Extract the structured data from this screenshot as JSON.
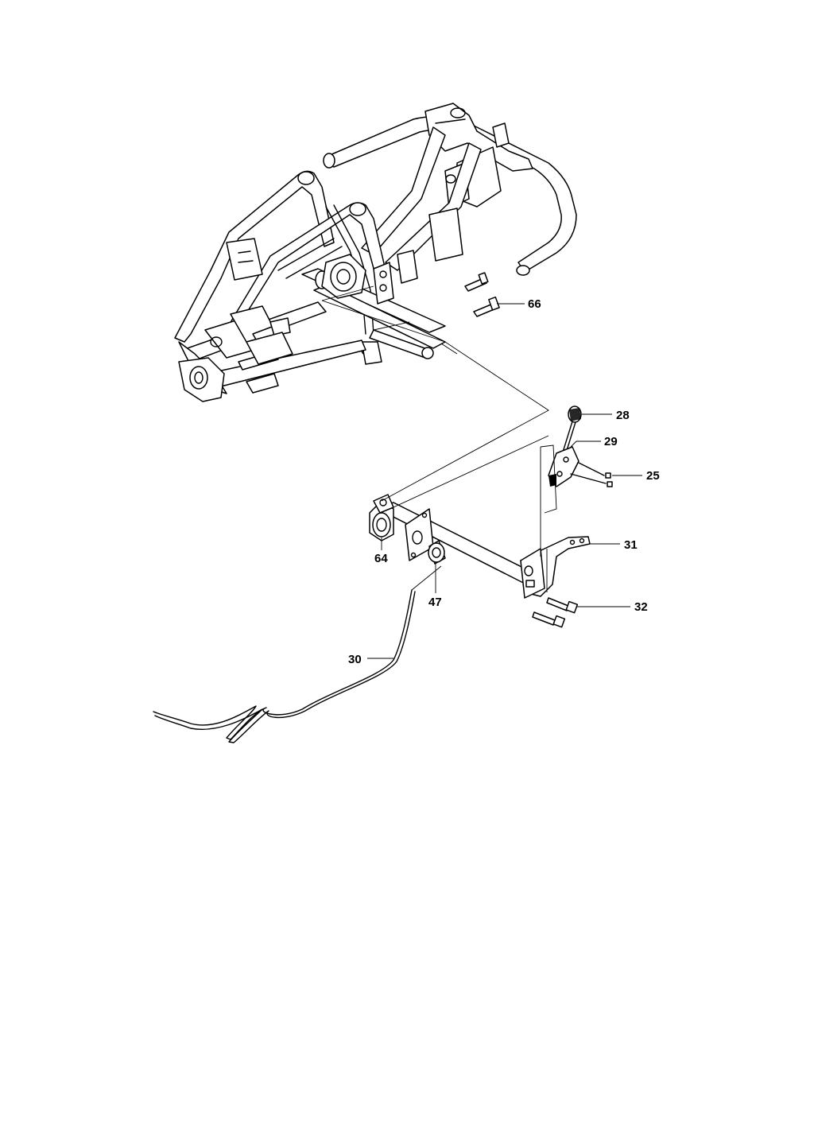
{
  "diagram": {
    "callouts": [
      {
        "id": "66",
        "label": "66"
      },
      {
        "id": "28",
        "label": "28"
      },
      {
        "id": "29",
        "label": "29"
      },
      {
        "id": "25",
        "label": "25"
      },
      {
        "id": "31",
        "label": "31"
      },
      {
        "id": "64",
        "label": "64"
      },
      {
        "id": "47",
        "label": "47"
      },
      {
        "id": "32",
        "label": "32"
      },
      {
        "id": "30",
        "label": "30"
      }
    ]
  }
}
